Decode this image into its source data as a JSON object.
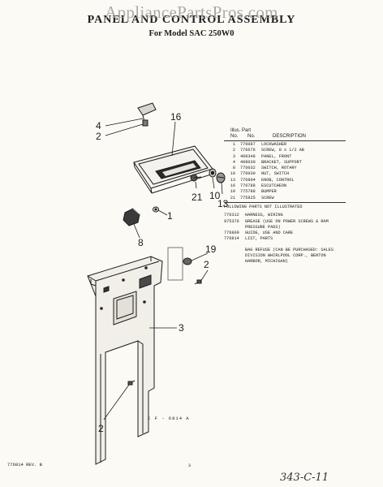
{
  "watermark": "AppliancePartsPros.com",
  "title": "PANEL AND CONTROL ASSEMBLY",
  "subtitle": "For Model SAC 250W0",
  "callouts": {
    "c1": "1",
    "c2a": "2",
    "c2b": "2",
    "c2c": "2",
    "c3": "3",
    "c4": "4",
    "c8": "8",
    "c10": "10",
    "c13": "13",
    "c16": "16",
    "c19": "19",
    "c21": "21"
  },
  "parts_table": {
    "header_top": "Illus. Part",
    "col_key": "No.",
    "col_part": "No.",
    "col_desc": "DESCRIPTION",
    "rows": [
      {
        "key": "1",
        "part": "776087",
        "desc": "LOCKWASHER"
      },
      {
        "key": "2",
        "part": "776676",
        "desc": "SCREW, 8 x 1/2 AB"
      },
      {
        "key": "3",
        "part": "409348",
        "desc": "PANEL, FRONT"
      },
      {
        "key": "4",
        "part": "408030",
        "desc": "BRACKET, SUPPORT"
      },
      {
        "key": "8",
        "part": "776032",
        "desc": "SWITCH, ROTARY"
      },
      {
        "key": "10",
        "part": "776030",
        "desc": "NUT, SWITCH"
      },
      {
        "key": "13",
        "part": "776804",
        "desc": "KNOB, CONTROL"
      },
      {
        "key": "16",
        "part": "776788",
        "desc": "ESCUTCHEON"
      },
      {
        "key": "19",
        "part": "775788",
        "desc": "BUMPER"
      },
      {
        "key": "21",
        "part": "775825",
        "desc": "SCREW"
      }
    ],
    "following_note": "FOLLOWING PARTS NOT ILLUSTRATED",
    "extra_rows": [
      {
        "part": "776312",
        "desc": "HARNESS, WIRING"
      },
      {
        "part": "975376",
        "desc": "GREASE (USE ON POWER SCREWS & RAM PRESSURE PADS)"
      },
      {
        "part": "776809",
        "desc": "GUIDE, USE AND CARE"
      },
      {
        "part": "776814",
        "desc": "LIST, PARTS"
      }
    ],
    "bag_note": "BAG REFUSE (CAN BE PURCHASED: SALES DIVISION WHIRLPOOL CORP., BENTON HARBOR, MICHIGAN)"
  },
  "figure_ref": "C F - 6814 A",
  "footer_left": "776814 REV. B",
  "footer_page": "3",
  "handwritten_note": "343-C-11"
}
